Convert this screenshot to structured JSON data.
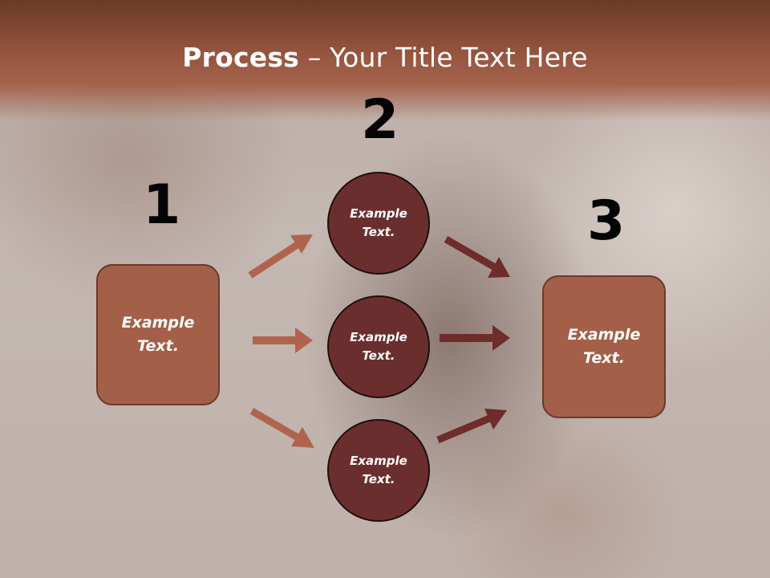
{
  "slide": {
    "title_bold": "Process",
    "title_rest": " – Your Title Text Here",
    "numbers": [
      "1",
      "2",
      "3"
    ],
    "left_box": {
      "text": "Example Text."
    },
    "right_box": {
      "text": "Example Text."
    },
    "circles": [
      {
        "text": "Example Text."
      },
      {
        "text": "Example Text."
      },
      {
        "text": "Example Text."
      }
    ]
  },
  "colors": {
    "header": "#96553e",
    "box_fill": "#a35f48",
    "circle_fill": "#6b2e2e",
    "arrow_light": "#b0644e",
    "arrow_dark": "#6e2c2c"
  }
}
